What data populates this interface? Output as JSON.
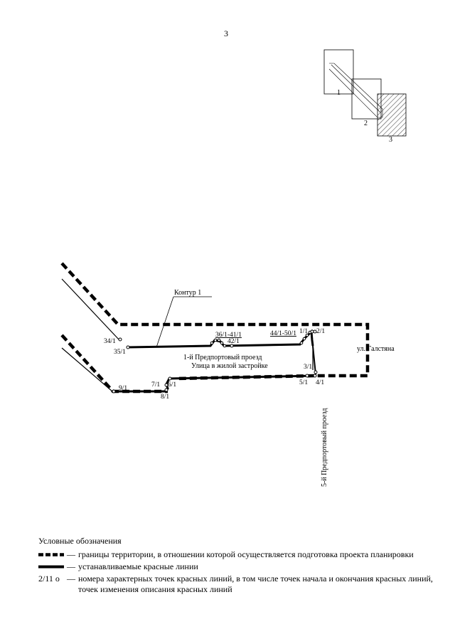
{
  "page_number": "3",
  "key_map": {
    "sheet_labels": [
      "1",
      "2",
      "3"
    ],
    "active_sheet": "3"
  },
  "map": {
    "contour_label": "Контур 1",
    "street_main_1": "1-й Предпортовый проезд",
    "street_main_2": "Улица в жилой застройке",
    "street_right": "ул. Галстяна",
    "street_vertical": "5-й Предпортовый проезд",
    "point_labels": {
      "p34": "34/1",
      "p35": "35/1",
      "p36_41": "36/1-41/1",
      "p42": "42/1",
      "p44_50": "44/1-50/1",
      "p1": "1/1",
      "p2": "2/1",
      "p3": "3/1",
      "p4": "4/1",
      "p5": "5/1",
      "p6": "6/1",
      "p7": "7/1",
      "p8": "8/1",
      "p9": "9/1"
    }
  },
  "legend": {
    "title": "Условные обозначения",
    "dash": "—",
    "items": [
      {
        "symbol": "dashed-thick-line",
        "text": "границы территории, в отношении которой осуществляется подготовка проекта планировки"
      },
      {
        "symbol": "solid-thick-line",
        "text": "устанавливаемые красные линии"
      },
      {
        "symbol": "point-marker",
        "symbol_text": "2/11 о",
        "text": "номера характерных точек красных линий, в том числе точек начала и окончания красных линий, точек изменения описания красных линий"
      }
    ]
  }
}
